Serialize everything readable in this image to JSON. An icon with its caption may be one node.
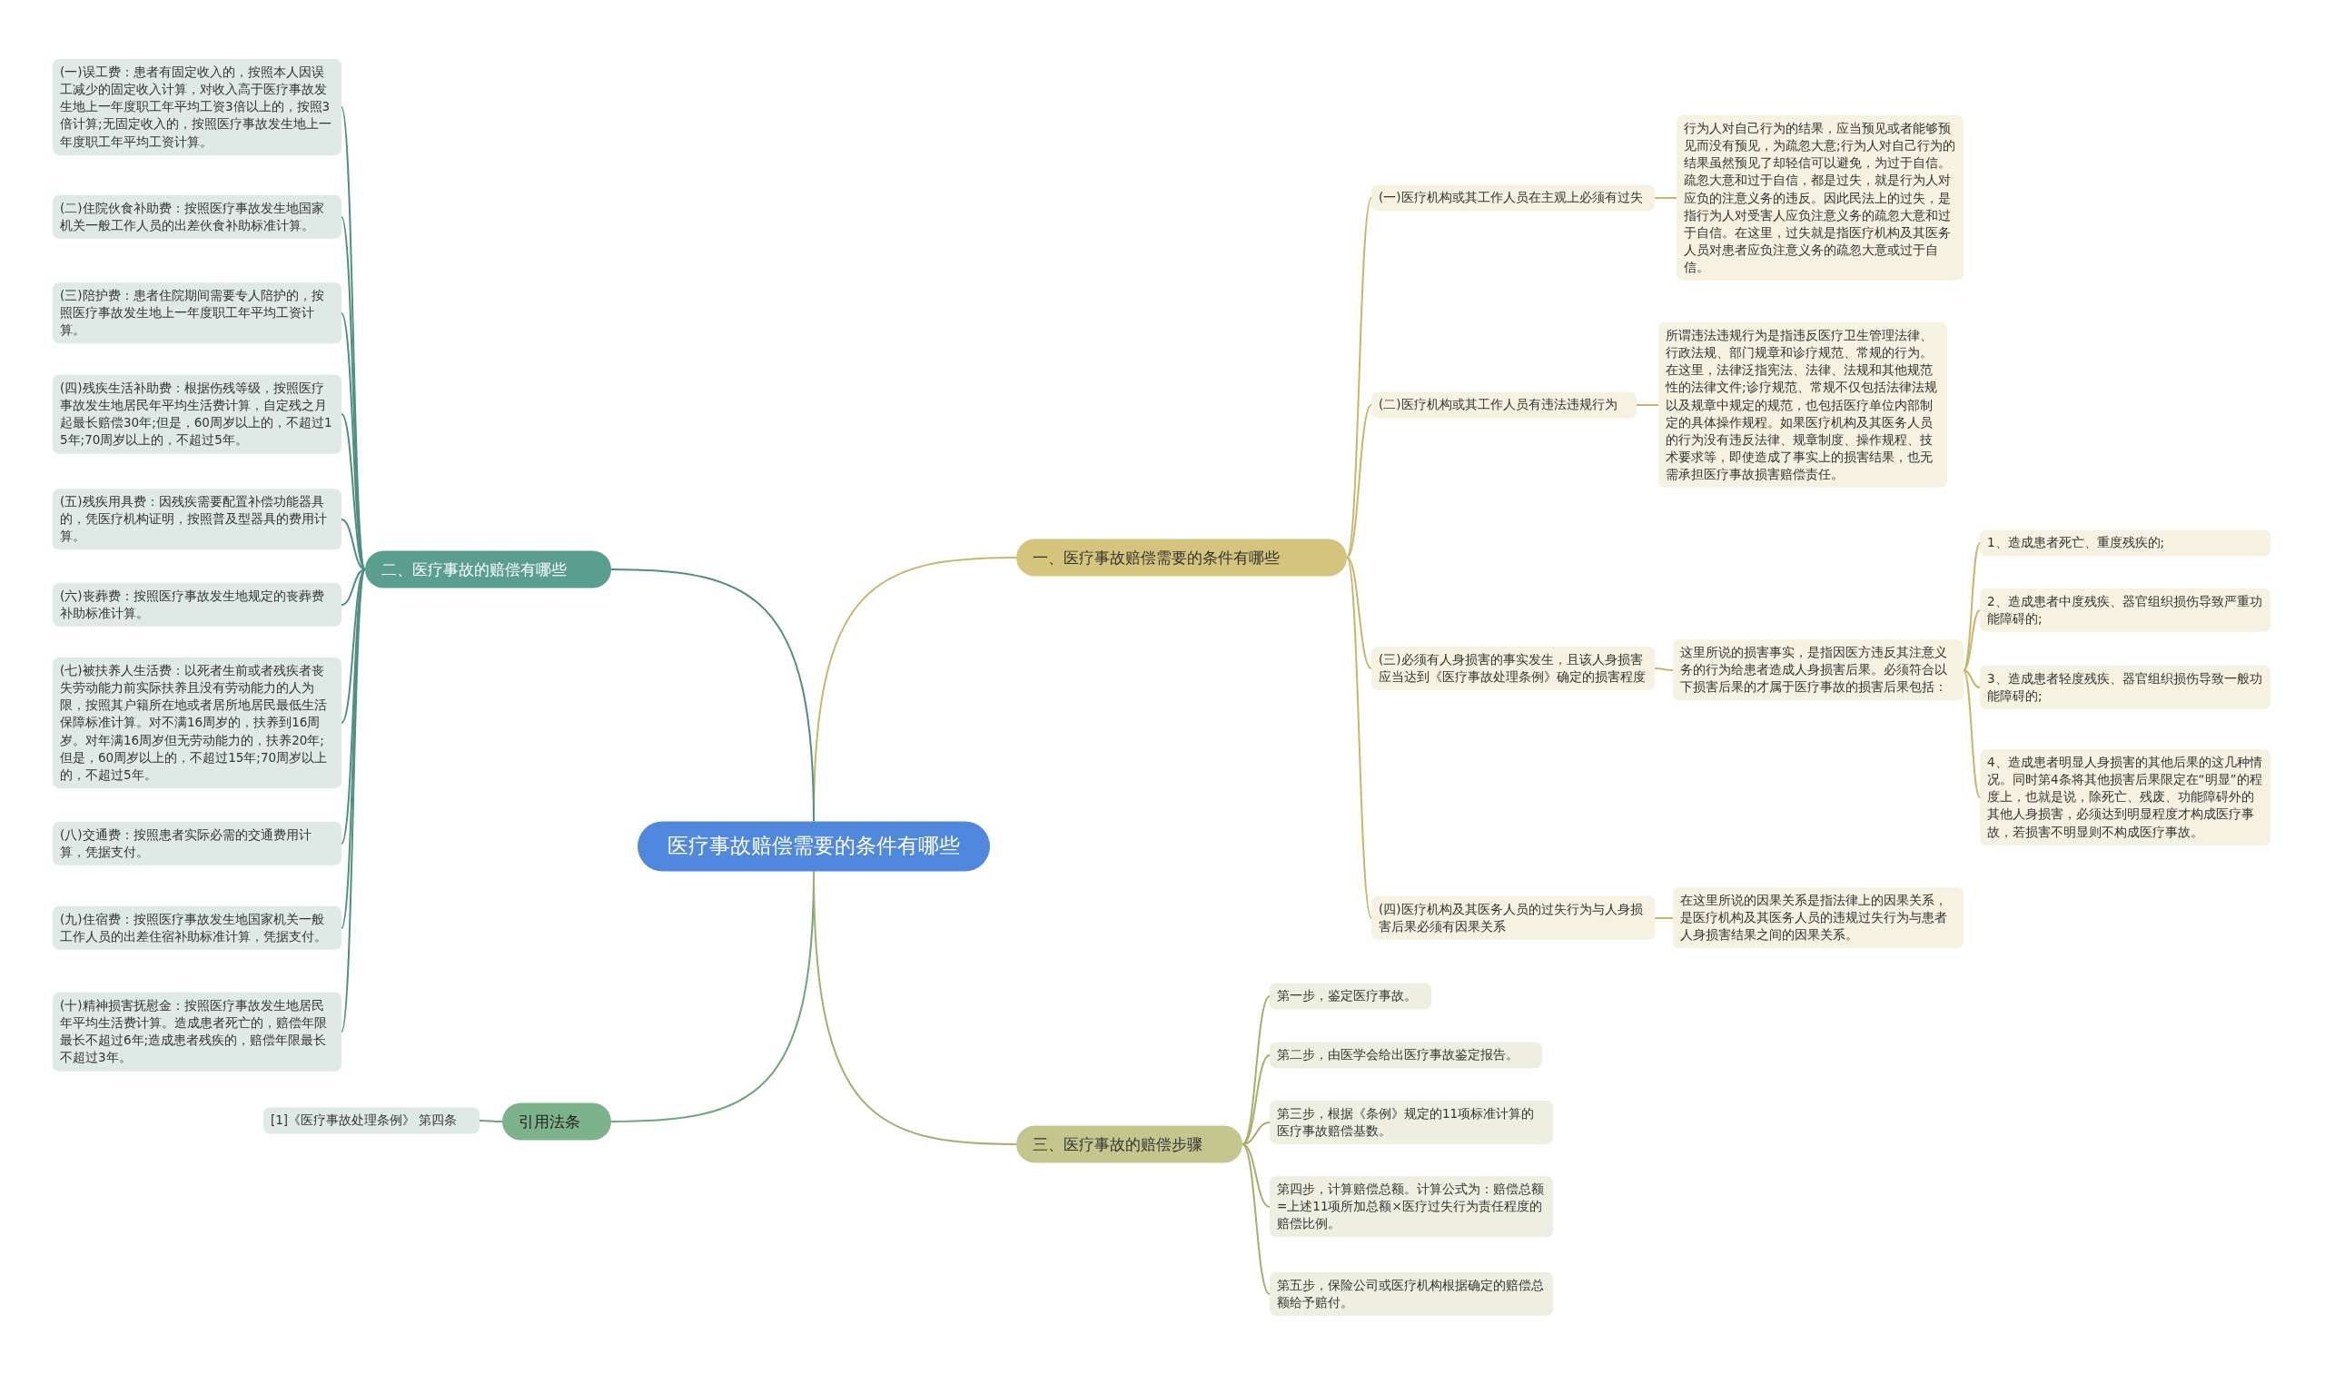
{
  "diagram": {
    "nodes": [
      {
        "text": [
          "医疗事故赔偿需要的条件有哪些"
        ]
      },
      {
        "text": [
          "一、医疗事故赔偿需要的条件有哪些"
        ]
      },
      {
        "text": [
          "(一)医疗机构或其工作人员在主观上必须有过失"
        ]
      },
      {
        "text": [
          "行为人对自己行为的结果，应当预见或者能够预见而没有预见，为疏忽大意;行为人对自己行为的结果虽然预见了却轻信可以避免，为过于自信。疏忽大意和过于自信，都是过失，就是行为人对应负的注意义务的违反。因此民法上的过失，是指行为人对受害人应负注意义务的疏忽大意和过于自信。在这里，过失就是指医疗机构及其医务人员对患者应负注意义务的疏忽大意或过于自信。"
        ]
      },
      {
        "text": [
          "(二)医疗机构或其工作人员有违法违规行为"
        ]
      },
      {
        "text": [
          "所谓违法违规行为是指违反医疗卫生管理法律、行政法规、部门规章和诊疗规范、常规的行为。在这里，法律泛指宪法、法律、法规和其他规范性的法律文件;诊疗规范、常规不仅包括法律法规以及规章中规定的规范，也包括医疗单位内部制定的具体操作规程。如果医疗机构及其医务人员的行为没有违反法律、规章制度、操作规程、技术要求等，即使造成了事实上的损害结果，也无需承担医疗事故损害赔偿责任。"
        ]
      },
      {
        "text": [
          "(三)必须有人身损害的事实发生，且该人身损害应当达到《医疗事故处理条例》确定的损害程度"
        ]
      },
      {
        "text": [
          "这里所说的损害事实，是指因医方违反其注意义务的行为给患者造成人身损害后果。必须符合以下损害后果的才属于医疗事故的损害后果包括："
        ]
      },
      {
        "text": [
          "1、造成患者死亡、重度残疾的;"
        ]
      },
      {
        "text": [
          "2、造成患者中度残疾、器官组织损伤导致严重功能障碍的;"
        ]
      },
      {
        "text": [
          "3、造成患者轻度残疾、器官组织损伤导致一般功能障碍的;"
        ]
      },
      {
        "text": [
          "4、造成患者明显人身损害的其他后果的这几种情况。同时第4条将其他损害后果限定在“明显”的程度上，也就是说，除死亡、残废、功能障碍外的其他人身损害，必须达到明显程度才构成医疗事故，若损害不明显则不构成医疗事故。"
        ]
      },
      {
        "text": [
          "(四)医疗机构及其医务人员的过失行为与人身损害后果必须有因果关系"
        ]
      },
      {
        "text": [
          "在这里所说的因果关系是指法律上的因果关系，是医疗机构及其医务人员的违规过失行为与患者人身损害结果之间的因果关系。"
        ]
      },
      {
        "text": [
          "二、医疗事故的赔偿有哪些"
        ]
      },
      {
        "text": [
          "(一)误工费：患者有固定收入的，按照本人因误工减少的固定收入计算，对收入高于医疗事故发生地上一年度职工年平均工资3倍以上的，按照3倍计算;无固定收入的，按照医疗事故发生地上一年度职工年平均工资计算。"
        ]
      },
      {
        "text": [
          "(二)住院伙食补助费：按照医疗事故发生地国家机关一般工作人员的出差伙食补助标准计算。"
        ]
      },
      {
        "text": [
          "(三)陪护费：患者住院期间需要专人陪护的，按照医疗事故发生地上一年度职工年平均工资计算。"
        ]
      },
      {
        "text": [
          "(四)残疾生活补助费：根据伤残等级，按照医疗事故发生地居民年平均生活费计算，自定残之月起最长赔偿30年;但是，60周岁以上的，不超过15年;70周岁以上的，不超过5年。"
        ]
      },
      {
        "text": [
          "(五)残疾用具费：因残疾需要配置补偿功能器具的，凭医疗机构证明，按照普及型器具的费用计算。"
        ]
      },
      {
        "text": [
          "(六)丧葬费：按照医疗事故发生地规定的丧葬费补助标准计算。"
        ]
      },
      {
        "text": [
          "(七)被扶养人生活费：以死者生前或者残疾者丧失劳动能力前实际扶养且没有劳动能力的人为限，按照其户籍所在地或者居所地居民最低生活保障标准计算。对不满16周岁的，扶养到16周岁。对年满16周岁但无劳动能力的，扶养20年;但是，60周岁以上的，不超过15年;70周岁以上的，不超过5年。"
        ]
      },
      {
        "text": [
          "(八)交通费：按照患者实际必需的交通费用计算，凭据支付。"
        ]
      },
      {
        "text": [
          "(九)住宿费：按照医疗事故发生地国家机关一般工作人员的出差住宿补助标准计算，凭据支付。"
        ]
      },
      {
        "text": [
          "(十)精神损害抚慰金：按照医疗事故发生地居民年平均生活费计算。造成患者死亡的，赔偿年限最长不超过6年;造成患者残疾的，赔偿年限最长不超过3年。"
        ]
      },
      {
        "text": [
          "引用法条"
        ]
      },
      {
        "text": [
          "[1]《医疗事故处理条例》 第四条"
        ]
      },
      {
        "text": [
          "三、医疗事故的赔偿步骤"
        ]
      },
      {
        "text": [
          "第一步，鉴定医疗事故。"
        ]
      },
      {
        "text": [
          "第二步，由医学会给出医疗事故鉴定报告。"
        ]
      },
      {
        "text": [
          "第三步，根据《条例》规定的11项标准计算的医疗事故赔偿基数。"
        ]
      },
      {
        "text": [
          "第四步，计算赔偿总额。计算公式为：赔偿总额=上述11项所加总额×医疗过失行为责任程度的赔偿比例。"
        ]
      },
      {
        "text": [
          "第五步，保险公司或医疗机构根据确定的赔偿总额给予赔付。"
        ]
      }
    ],
    "edges": [
      {
        "from": 0,
        "to": 1,
        "arrow": "none"
      },
      {
        "from": 1,
        "to": 2,
        "arrow": "none"
      },
      {
        "from": 2,
        "to": 3,
        "arrow": "none"
      },
      {
        "from": 1,
        "to": 4,
        "arrow": "none"
      },
      {
        "from": 4,
        "to": 5,
        "arrow": "none"
      },
      {
        "from": 1,
        "to": 6,
        "arrow": "none"
      },
      {
        "from": 6,
        "to": 7,
        "arrow": "none"
      },
      {
        "from": 7,
        "to": 8,
        "arrow": "none"
      },
      {
        "from": 7,
        "to": 9,
        "arrow": "none"
      },
      {
        "from": 7,
        "to": 10,
        "arrow": "none"
      },
      {
        "from": 7,
        "to": 11,
        "arrow": "none"
      },
      {
        "from": 1,
        "to": 12,
        "arrow": "none"
      },
      {
        "from": 12,
        "to": 13,
        "arrow": "none"
      },
      {
        "from": 0,
        "to": 14,
        "arrow": "none",
        "color": "#4f8f80"
      },
      {
        "from": 14,
        "to": 15,
        "arrow": "none",
        "color": "#4f8f80"
      },
      {
        "from": 14,
        "to": 16,
        "arrow": "none",
        "color": "#4f8f80"
      },
      {
        "from": 14,
        "to": 17,
        "arrow": "none",
        "color": "#4f8f80"
      },
      {
        "from": 14,
        "to": 18,
        "arrow": "none",
        "color": "#4f8f80"
      },
      {
        "from": 14,
        "to": 19,
        "arrow": "none",
        "color": "#4f8f80"
      },
      {
        "from": 14,
        "to": 20,
        "arrow": "none",
        "color": "#4f8f80"
      },
      {
        "from": 14,
        "to": 21,
        "arrow": "none",
        "color": "#4f8f80"
      },
      {
        "from": 14,
        "to": 22,
        "arrow": "none",
        "color": "#4f8f80"
      },
      {
        "from": 14,
        "to": 23,
        "arrow": "none",
        "color": "#4f8f80"
      },
      {
        "from": 14,
        "to": 24,
        "arrow": "none",
        "color": "#4f8f80"
      },
      {
        "from": 0,
        "to": 25,
        "arrow": "none",
        "color": "#6aa67d"
      },
      {
        "from": 25,
        "to": 26,
        "arrow": "none",
        "color": "#6aa67d"
      },
      {
        "from": 0,
        "to": 27,
        "arrow": "none",
        "color": "#a9ad6c"
      },
      {
        "from": 27,
        "to": 28,
        "arrow": "none",
        "color": "#a9ad6c"
      },
      {
        "from": 27,
        "to": 29,
        "arrow": "none",
        "color": "#a9ad6c"
      },
      {
        "from": 27,
        "to": 30,
        "arrow": "none",
        "color": "#a9ad6c"
      },
      {
        "from": 27,
        "to": 31,
        "arrow": "none",
        "color": "#a9ad6c"
      },
      {
        "from": 27,
        "to": 32,
        "arrow": "none",
        "color": "#a9ad6c"
      }
    ]
  }
}
